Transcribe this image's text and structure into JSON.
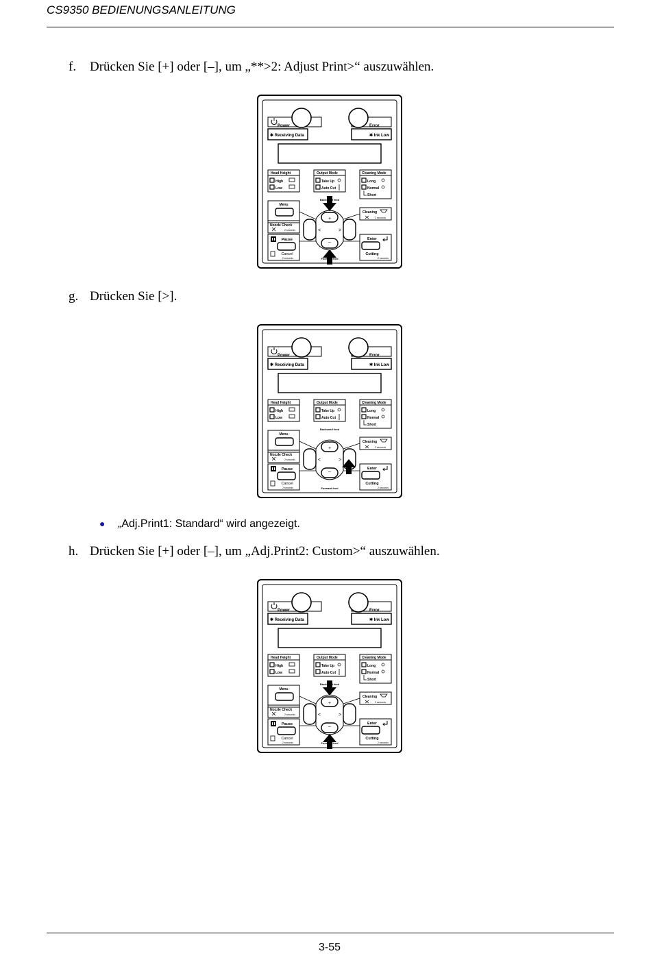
{
  "header": {
    "title": "CS9350 BEDIENUNGSANLEITUNG"
  },
  "steps": [
    {
      "letter": "f.",
      "text": "Drücken Sie [+] oder [–], um „**>2: Adjust Print>“ auszuwählen."
    },
    {
      "letter": "g.",
      "text": "Drücken Sie [>]."
    },
    {
      "letter": "h.",
      "text": "Drücken Sie [+] oder [–], um „Adj.Print2: Custom>“ auszuwählen."
    }
  ],
  "bullet": {
    "symbol": "●",
    "text": "„Adj.Print1: Standard“ wird angezeigt."
  },
  "panel_labels": {
    "power": "Power",
    "error": "Error",
    "receiving_data": "✱ Receiving Data",
    "ink_low": "✱ Ink Low",
    "head_height": "Head Height",
    "high": "High",
    "low": "Low",
    "output_mode": "Output Mode",
    "take_up": "Take Up",
    "auto_cut": "Auto Cut",
    "cleaning_mode": "Cleaning Mode",
    "long": "Long",
    "normal": "Normal",
    "short": "Short",
    "menu": "Menu",
    "cleaning": "Cleaning",
    "nozzle_check": "Nozzle Check",
    "pause": "Pause",
    "cancel": "Cancel",
    "enter": "Enter",
    "cutting": "Cutting",
    "backward_feed": "Backward feed",
    "forward_feed": "Forward feed",
    "two_seconds": "2 seconds",
    "plus": "+",
    "minus": "–",
    "left": "<",
    "right": ">"
  },
  "page_number": "3-55"
}
